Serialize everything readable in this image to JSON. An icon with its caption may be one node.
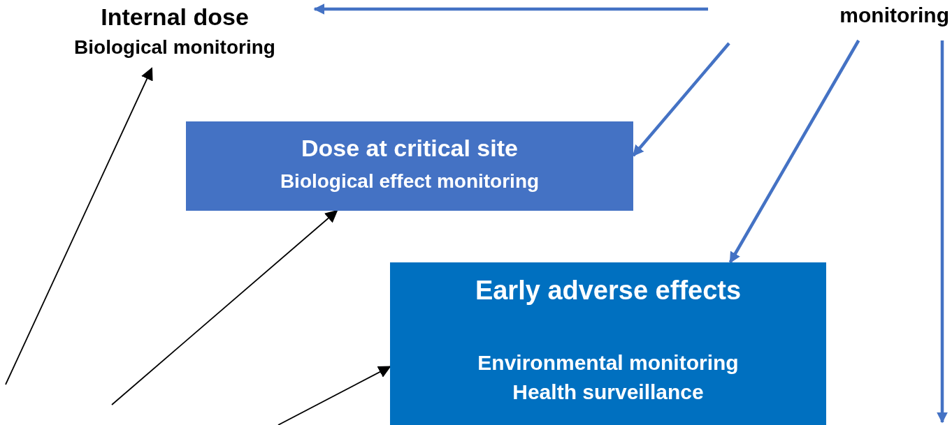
{
  "diagram": {
    "nodes": [
      {
        "text": [
          "Internal dose",
          "Biological monitoring"
        ]
      },
      {
        "text": [
          "monitoring"
        ]
      },
      {
        "text": [
          "Dose at critical site",
          "Biological effect monitoring"
        ]
      },
      {
        "text": [
          "Early adverse effects",
          "Environmental monitoring",
          "Health surveillance"
        ]
      }
    ],
    "edges": [
      {
        "from": null,
        "to": 0,
        "arrow": "to"
      },
      {
        "from": null,
        "to": 2,
        "arrow": "to"
      },
      {
        "from": 1,
        "to": 3,
        "arrow": "to"
      },
      {
        "from": 1,
        "to": null,
        "arrow": "to"
      },
      {
        "from": null,
        "to": 0,
        "arrow": "to",
        "color": "#000000"
      },
      {
        "from": null,
        "to": 2,
        "arrow": "to",
        "color": "#000000"
      },
      {
        "from": null,
        "to": 3,
        "arrow": "to",
        "color": "#000000"
      }
    ]
  }
}
